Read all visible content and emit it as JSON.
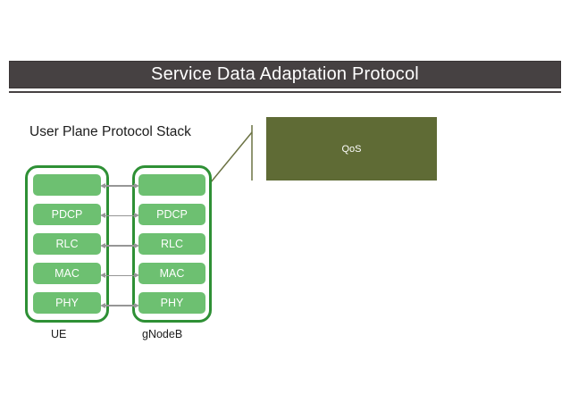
{
  "slide": {
    "title": "Service Data Adaptation Protocol",
    "heading": "User Plane Protocol Stack"
  },
  "qos": {
    "label": "QoS"
  },
  "stacks": {
    "layers": [
      "",
      "PDCP",
      "RLC",
      "MAC",
      "PHY"
    ],
    "ue": {
      "label": "UE"
    },
    "gnodeb": {
      "label": "gNodeB"
    }
  },
  "colors": {
    "title_bar": "#464142",
    "layer_fill": "#6DC071",
    "stack_border": "#2E9035",
    "qos_fill": "#5F6B35",
    "callout_line": "#6B7243",
    "arrow": "#969696"
  }
}
